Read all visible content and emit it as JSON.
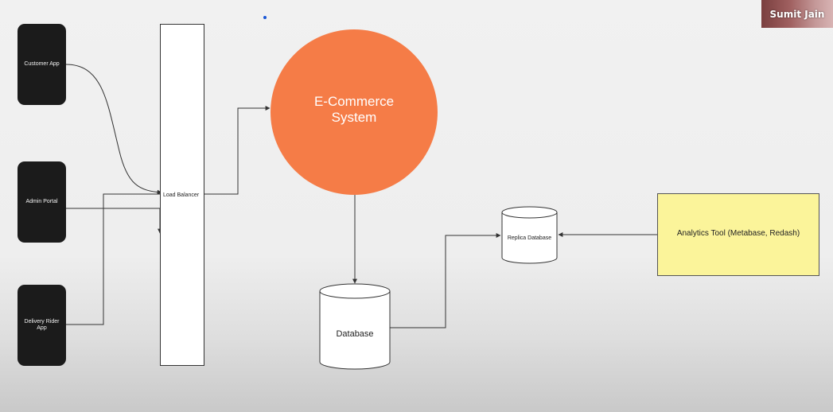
{
  "clients": {
    "customer_app": "Customer App",
    "admin_portal": "Admin Portal",
    "delivery_rider_app": "Delivery Rider\nApp"
  },
  "load_balancer": "Load Balancer",
  "ecommerce": "E-Commerce\nSystem",
  "database": "Database",
  "replica_database": "Replica Database",
  "analytics_tool": "Analytics Tool (Metabase, Redash)",
  "presenter": "Sumit Jain",
  "colors": {
    "client_fill": "#1b1b1b",
    "ecommerce_fill": "#f57c47",
    "analytics_fill": "#fbf49a",
    "connector": "#333333"
  }
}
